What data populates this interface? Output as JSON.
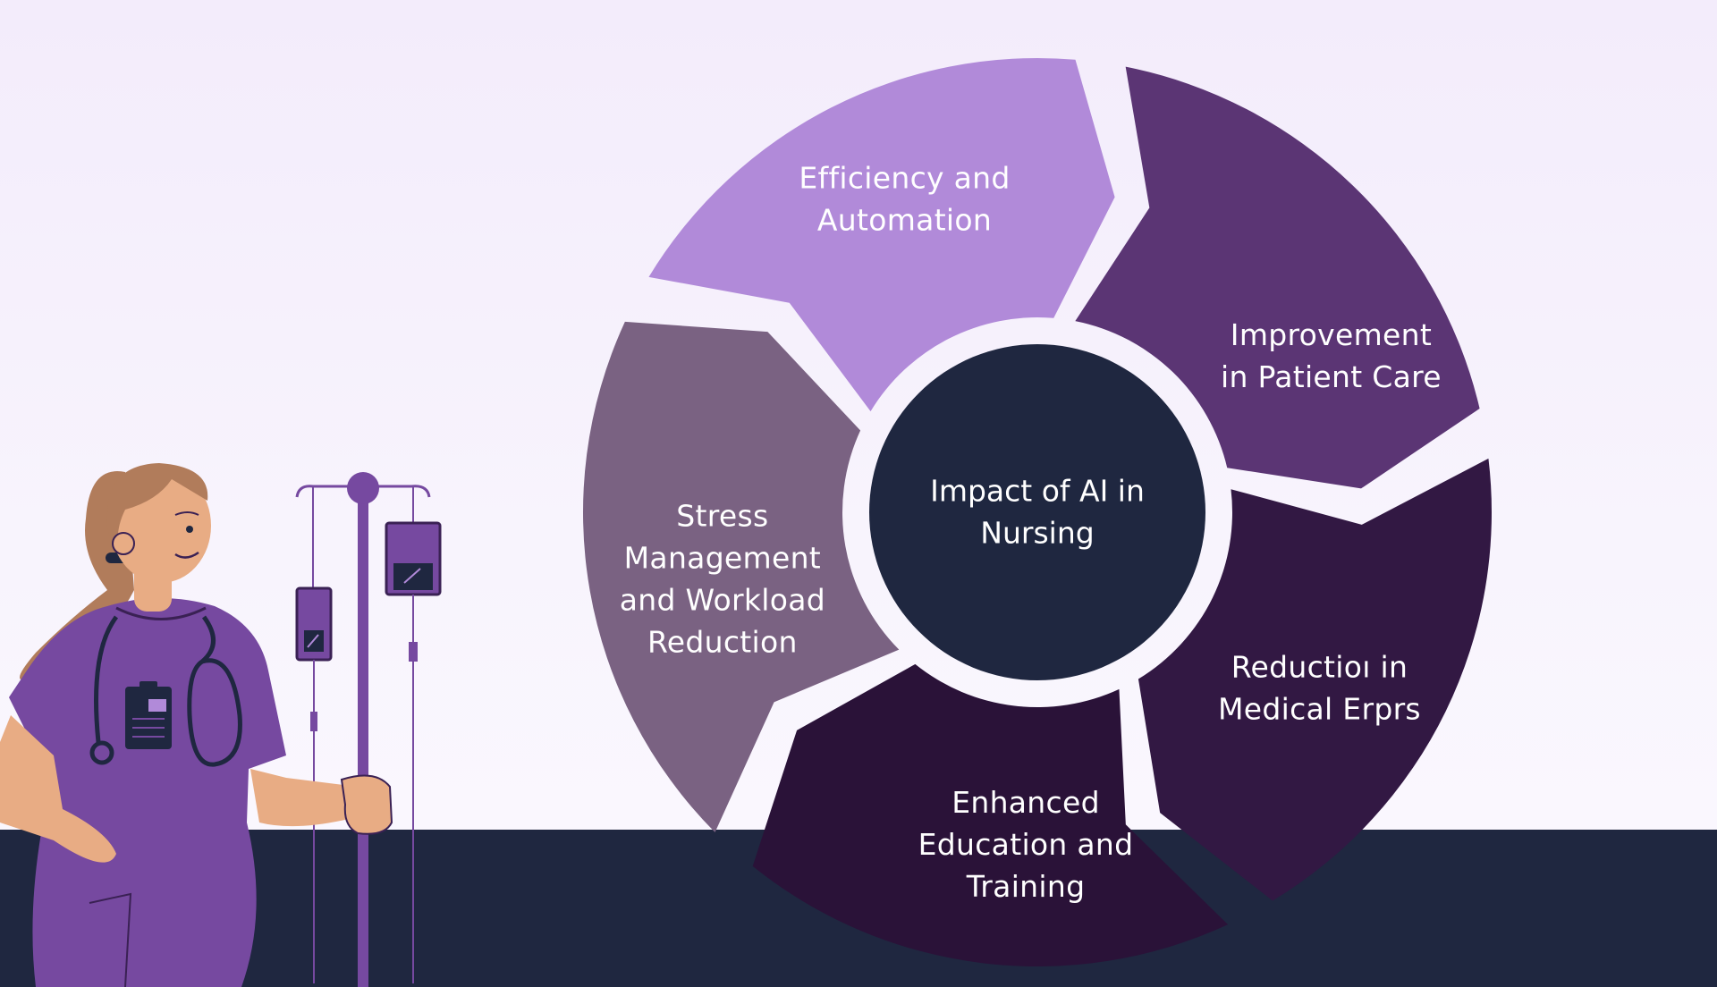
{
  "center": {
    "lines": [
      "Impact of AI in",
      "Nursing"
    ],
    "color": "#1f2740"
  },
  "segments": [
    {
      "id": "efficiency",
      "lines": [
        "Efficiency and",
        "Automation"
      ],
      "color": "#b18ad9"
    },
    {
      "id": "patient-care",
      "lines": [
        "Improvement",
        "in Patient Care"
      ],
      "color": "#5b3574"
    },
    {
      "id": "medical-errors",
      "lines": [
        "Reductioı in",
        "Medical Erprs"
      ],
      "color": "#321843"
    },
    {
      "id": "education",
      "lines": [
        "Enhanced",
        "Education and",
        "Training"
      ],
      "color": "#2a1238"
    },
    {
      "id": "stress",
      "lines": [
        "Stress",
        "Management",
        "and Workload",
        "Reduction"
      ],
      "color": "#7a6282"
    }
  ],
  "colors": {
    "background": "#f5effc",
    "floor": "#1f2740",
    "uniform": "#7649a0",
    "skin": "#e8ac84",
    "hair": "#b17c5b"
  },
  "illustration": {
    "figure": "nurse-with-iv-pole",
    "icons": [
      "stethoscope-icon",
      "clipboard-badge-icon",
      "iv-bag-icon"
    ]
  }
}
